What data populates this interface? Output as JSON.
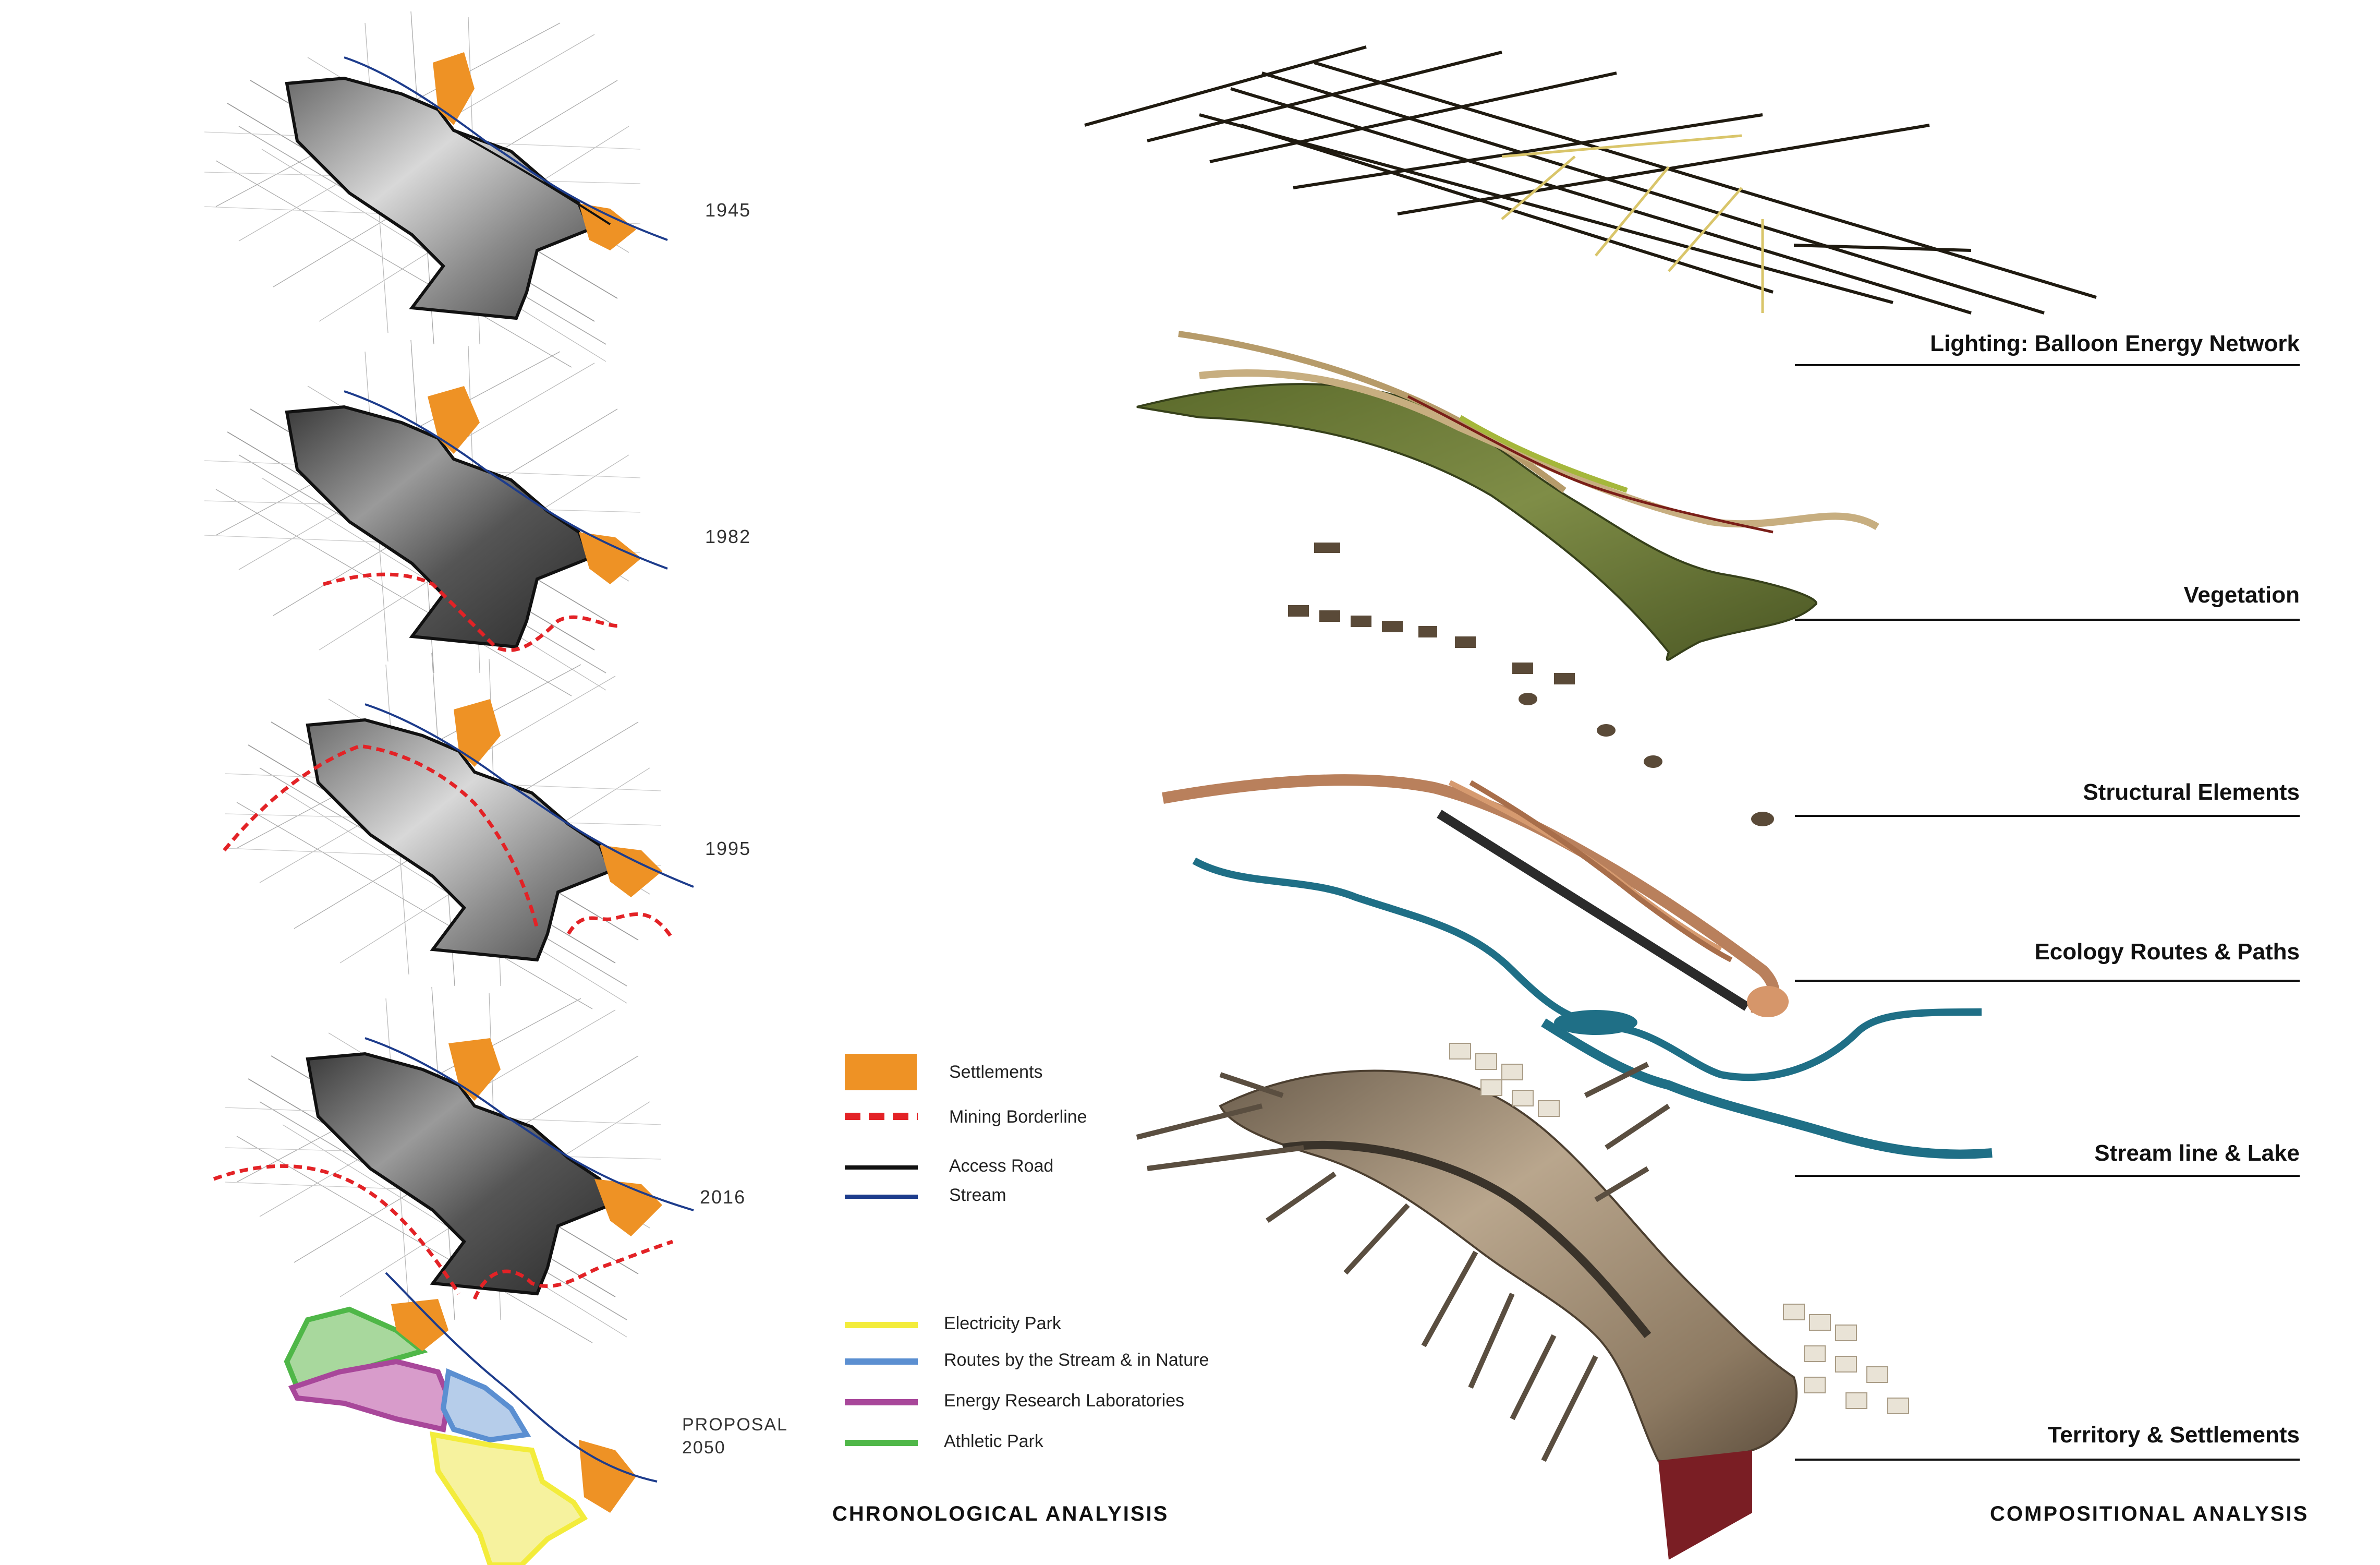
{
  "chronological": {
    "title": "CHRONOLOGICAL  ANALYISIS",
    "years": [
      "1945",
      "1982",
      "1995",
      "2016"
    ],
    "proposal_label": "PROPOSAL",
    "proposal_year": "2050"
  },
  "legend": {
    "existing": [
      {
        "label": "Settlements",
        "style": "block",
        "color": "#ee9225"
      },
      {
        "label": "Mining Borderline",
        "style": "dashed",
        "color": "#e32226"
      },
      {
        "label": "Access Road",
        "style": "line",
        "color": "#111111"
      },
      {
        "label": "Stream",
        "style": "line",
        "color": "#1d3c8c"
      }
    ],
    "proposal": [
      {
        "label": "Electricity Park",
        "color": "#f3ec3b"
      },
      {
        "label": "Routes by the Stream & in Nature",
        "color": "#5b8fd1"
      },
      {
        "label": "Energy Research Laboratories",
        "color": "#a8479a"
      },
      {
        "label": "Athletic Park",
        "color": "#4fb748"
      }
    ]
  },
  "compositional": {
    "title": "COMPOSITIONAL ANALYSIS",
    "layers": [
      {
        "label": "Lighting: Balloon Energy Network"
      },
      {
        "label": "Vegetation"
      },
      {
        "label": "Structural Elements"
      },
      {
        "label": "Ecology Routes & Paths"
      },
      {
        "label": "Stream line & Lake"
      },
      {
        "label": "Territory & Settlements"
      }
    ]
  },
  "colors": {
    "settlement": "#ee9225",
    "mining": "#e32226",
    "road": "#111111",
    "stream": "#1d3c8c",
    "electricity": "#f3ec3b",
    "routes": "#5b8fd1",
    "labs": "#a8479a",
    "athletic": "#4fb748",
    "vegetation": "#6f7d3a",
    "structure": "#c98e64",
    "lake": "#1f6f86",
    "terrain": "#a8927a"
  },
  "icons": [
    "site-map",
    "layer-stack"
  ]
}
